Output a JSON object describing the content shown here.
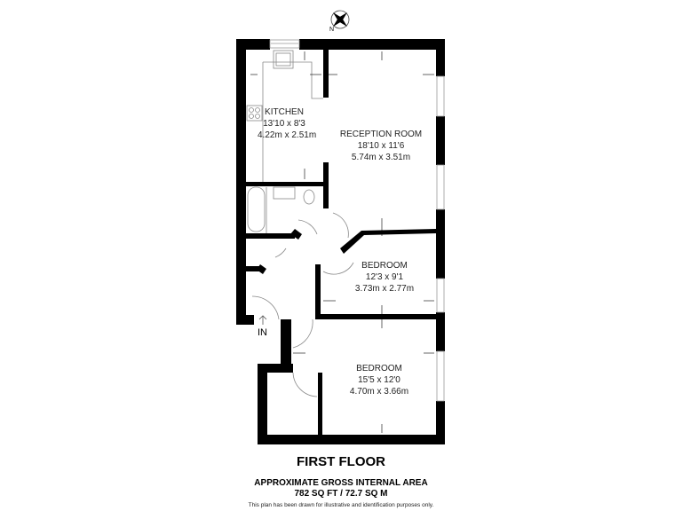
{
  "floor": {
    "title": "FIRST FLOOR",
    "area_heading": "APPROXIMATE GROSS INTERNAL AREA",
    "area_value": "782 SQ FT / 72.7 SQ M",
    "disclaimer": "This plan has been drawn for illustrative and identification purposes only."
  },
  "compass": {
    "label": "N",
    "icon": "compass-icon"
  },
  "entrance": {
    "label": "IN",
    "icon": "arrow-up-icon"
  },
  "rooms": [
    {
      "name": "KITCHEN",
      "imperial": "13'10 x 8'3",
      "metric": "4.22m x 2.51m"
    },
    {
      "name": "RECEPTION ROOM",
      "imperial": "18'10 x 11'6",
      "metric": "5.74m x 3.51m"
    },
    {
      "name": "BEDROOM",
      "imperial": "12'3 x 9'1",
      "metric": "3.73m x 2.77m"
    },
    {
      "name": "BEDROOM",
      "imperial": "15'5 x 12'0",
      "metric": "4.70m x 3.66m"
    }
  ],
  "colors": {
    "wall": "#000000",
    "fixture": "#888888",
    "background": "#ffffff"
  }
}
